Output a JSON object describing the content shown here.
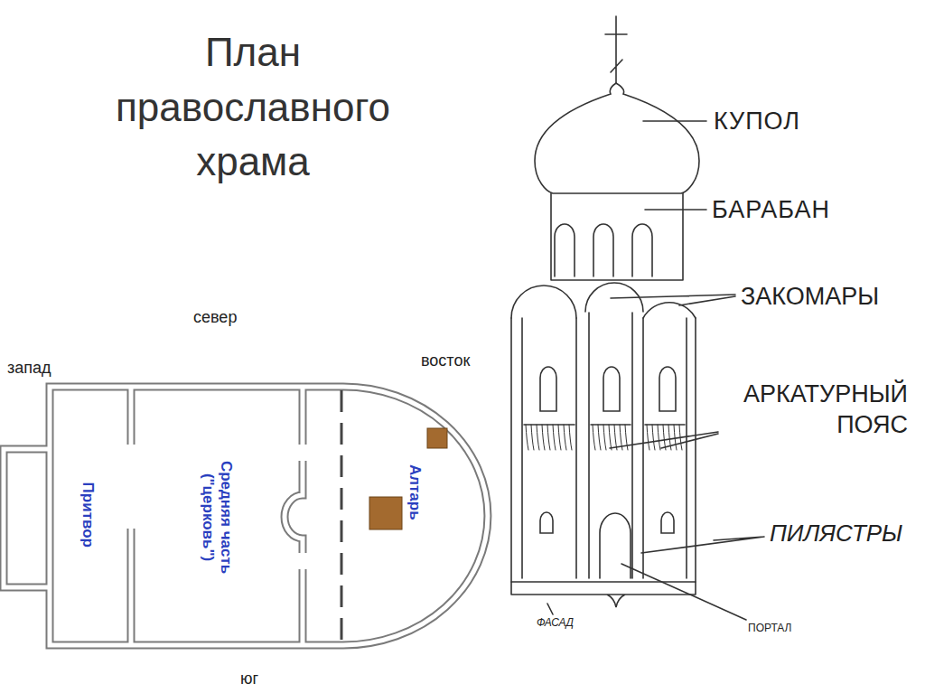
{
  "diagram": {
    "title": "План православного храма",
    "nodes": [
      {
        "text": [
          "Притвор"
        ]
      },
      {
        "text": [
          "Средняя часть (\"церковь\")"
        ]
      },
      {
        "text": [
          "Алтарь"
        ]
      }
    ],
    "labels": [
      "север",
      "запад",
      "восток",
      "юг",
      "КУПОЛ",
      "БАРАБАН",
      "ЗАКОМАРЫ",
      "АРКАТУРНЫЙ ПОЯС",
      "ПИЛЯСТРЫ",
      "ФАСАД",
      "ПОРТАЛ"
    ]
  }
}
